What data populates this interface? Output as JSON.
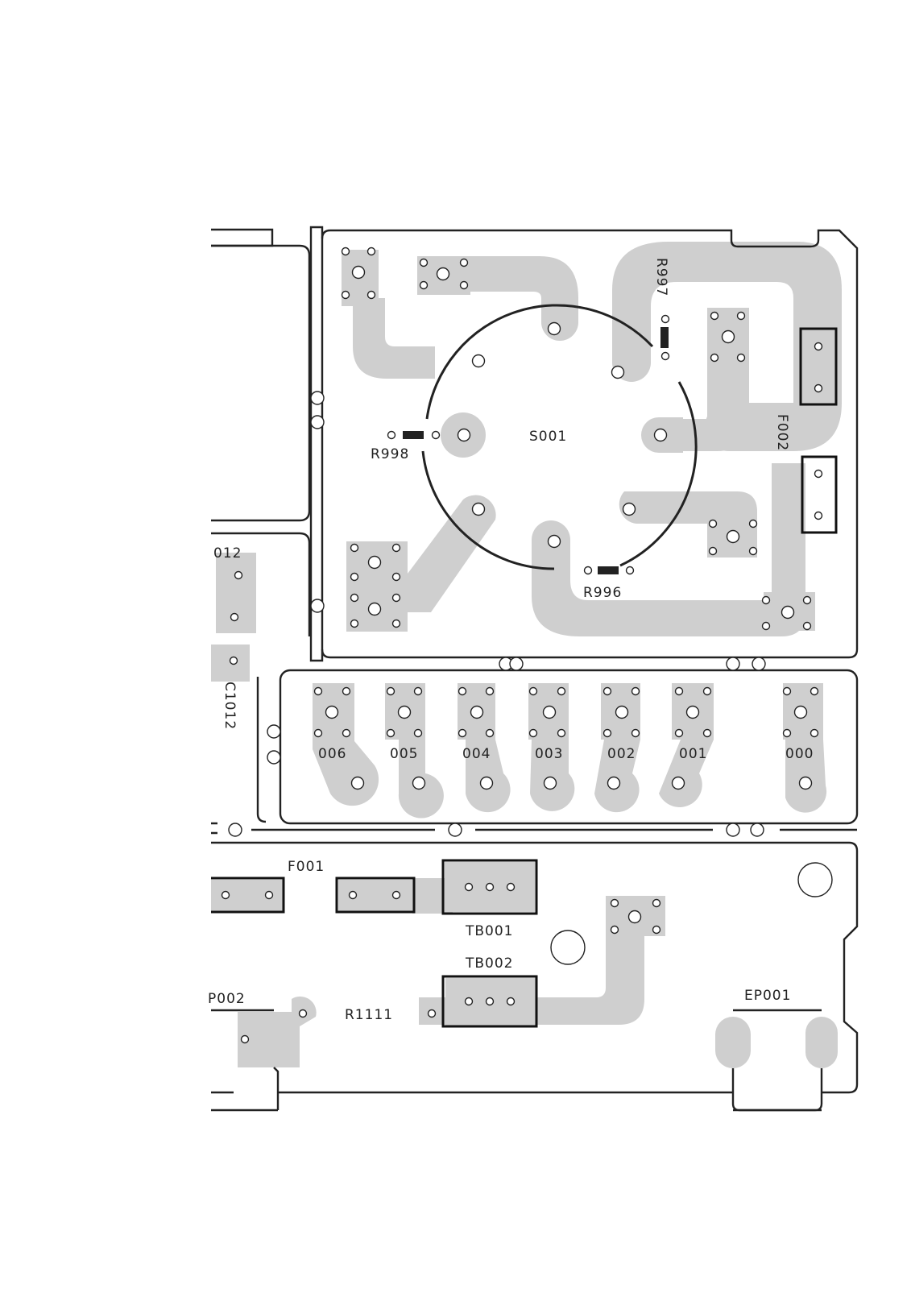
{
  "labels": {
    "s001": "S001",
    "r997": "R997",
    "r998": "R998",
    "r996": "R996",
    "f002": "F002",
    "c1012": "C1012",
    "c1012_partial": "012",
    "pos006": "006",
    "pos005": "005",
    "pos004": "004",
    "pos003": "003",
    "pos002": "002",
    "pos001": "001",
    "pos000": "000",
    "f001": "F001",
    "tb001": "TB001",
    "tb002": "TB002",
    "p002": "P002",
    "r1111": "R1111",
    "ep001": "EP001"
  },
  "colors": {
    "copper": "#cfcfcf",
    "outline": "#222222",
    "background": "#ffffff"
  }
}
